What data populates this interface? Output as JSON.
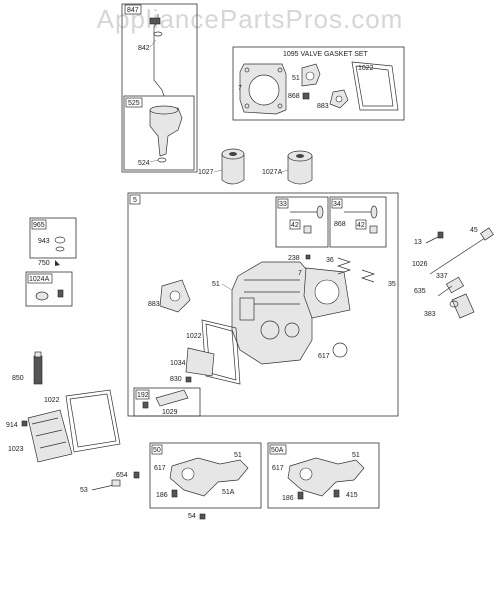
{
  "watermark": "AppliancePartsPros.com",
  "group_tags": {
    "g847": "847",
    "g525": "525",
    "g5": "5",
    "g33": "33",
    "g34": "34",
    "g42a": "42",
    "g42b": "42",
    "g965": "965",
    "g1024a": "1024A",
    "g192": "192",
    "g50": "50",
    "g50a": "50A"
  },
  "gasket_set_title": "1095 VALVE GASKET SET",
  "labels": {
    "p842": "842",
    "p524": "524",
    "p7a": "7",
    "p51a": "51",
    "p1022a": "1022",
    "p868a": "868",
    "p883a": "883",
    "p1027": "1027",
    "p1027a": "1027A",
    "p868b": "868",
    "p943": "943",
    "p750": "750",
    "p238": "238",
    "p36": "36",
    "p7b": "7",
    "p51b": "51",
    "p35": "35",
    "p883b": "883",
    "p617a": "617",
    "p1022b": "1022",
    "p1034": "1034",
    "p830": "830",
    "p1029": "1029",
    "p13": "13",
    "p45": "45",
    "p1026": "1026",
    "p337": "337",
    "p635": "635",
    "p383": "383",
    "p850": "850",
    "p1022c": "1022",
    "p914": "914",
    "p1023": "1023",
    "p654": "654",
    "p53": "53",
    "p617b": "617",
    "p51c": "51",
    "p186a": "186",
    "p51A": "51A",
    "p54": "54",
    "p617c": "617",
    "p51d": "51",
    "p186b": "186",
    "p415": "415"
  }
}
